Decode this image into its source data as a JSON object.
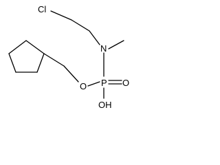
{
  "structure": {
    "atoms": {
      "chlorine": "Cl",
      "nitrogen": "N",
      "phosphorus": "P",
      "ester_oxygen": "O",
      "carbonyl_oxygen": "O",
      "hydroxyl": "OH"
    },
    "colors": {
      "bond": "#000000",
      "label": "#000000",
      "background": "#ffffff"
    }
  }
}
